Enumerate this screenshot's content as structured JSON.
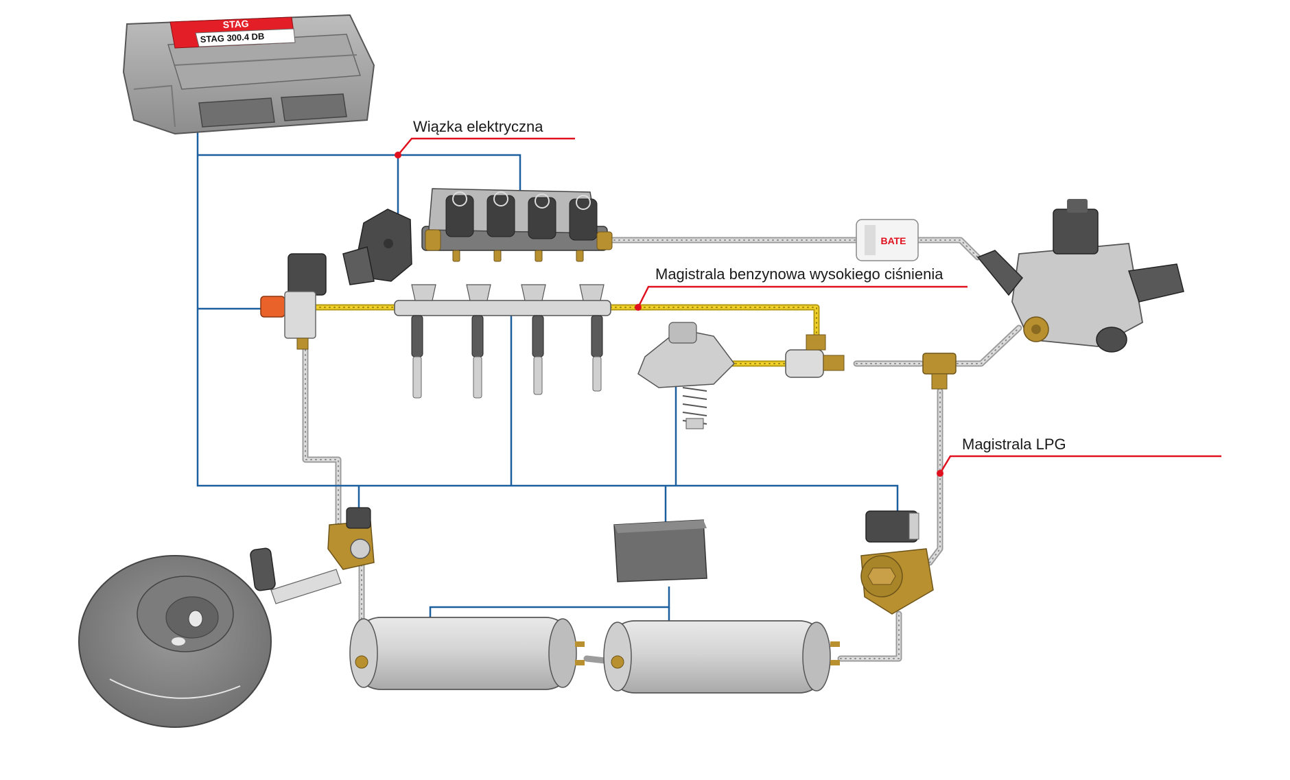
{
  "labels": {
    "harness": "Wiązka elektryczna",
    "petrol_rail": "Magistrala benzynowa wysokiego ciśnienia",
    "lpg_line": "Magistrala LPG"
  },
  "ecu": {
    "brand": "STAG",
    "model": "STAG 300.4 DB"
  },
  "filter": {
    "brand": "BATE"
  },
  "colors": {
    "wire": "#1c5f9e",
    "callout": "#e0101e",
    "lpg_pipe": "#b9b9b9",
    "petrol_pipe": "#f2d22a",
    "metal": "#cfcfcf",
    "dark_part": "#4a4a4a",
    "brass": "#b8902f",
    "orange_part": "#e8622a"
  }
}
